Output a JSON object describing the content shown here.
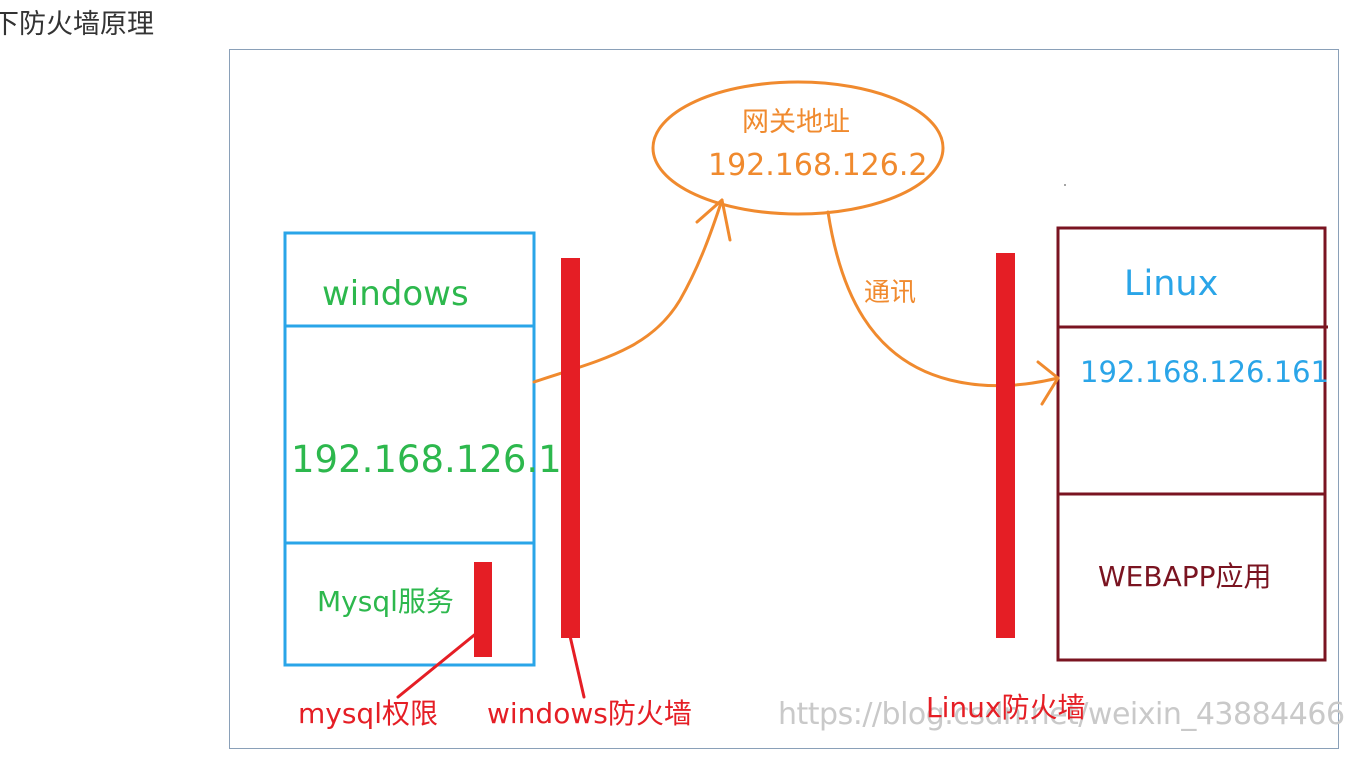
{
  "heading": "下防火墙原理",
  "diagram": {
    "windows": {
      "title": "windows",
      "ip": "192.168.126.1",
      "service": "Mysql服务"
    },
    "gateway": {
      "title": "网关地址",
      "ip": "192.168.126.2"
    },
    "link_label": "通讯",
    "linux": {
      "title": "Linux",
      "ip": "192.168.126.161",
      "app": "WEBAPP应用"
    },
    "labels": {
      "mysql_permission": "mysql权限",
      "windows_firewall": "windows防火墙",
      "linux_firewall": "Linux防火墙"
    },
    "watermark": "https://blog.csdn.net/weixin_43884466",
    "colors": {
      "windows": "#2aa5e8",
      "windows_text": "#2db84d",
      "gateway": "#f08a2e",
      "firewall": "#e51e25",
      "linux_box": "#7a1421",
      "linux_text": "#2aa5e8"
    }
  }
}
